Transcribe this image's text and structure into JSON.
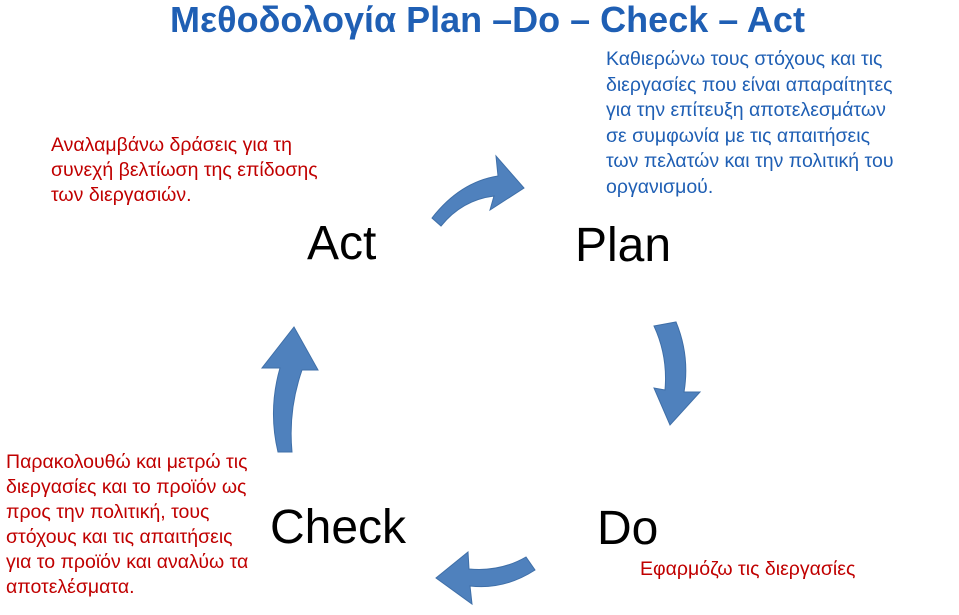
{
  "title": "Μεθοδολογία Plan –Do – Check – Act",
  "accent_color": "#4f81bd",
  "stages": {
    "act": {
      "label": "Act",
      "description": "Αναλαμβάνω δράσεις για τη\nσυνεχή βελτίωση της επίδοσης\nτων διεργασιών."
    },
    "plan": {
      "label": "Plan",
      "description": "Καθιερώνω τους στόχους και τις\nδιεργασίες που είναι απαραίτητες\nγια την επίτευξη αποτελεσμάτων\nσε συμφωνία με τις απαιτήσεις\nτων πελατών και την πολιτική του\nοργανισμού."
    },
    "do": {
      "label": "Do",
      "description": "Εφαρμόζω τις διεργασίες"
    },
    "check": {
      "label": "Check",
      "description": "Παρακολουθώ και μετρώ τις\nδιεργασίες και το προϊόν ως\nπρος την πολιτική, τους\nστόχους και τις απαιτήσεις\nγια το προϊόν και αναλύω τα\nαποτελέσματα."
    }
  }
}
